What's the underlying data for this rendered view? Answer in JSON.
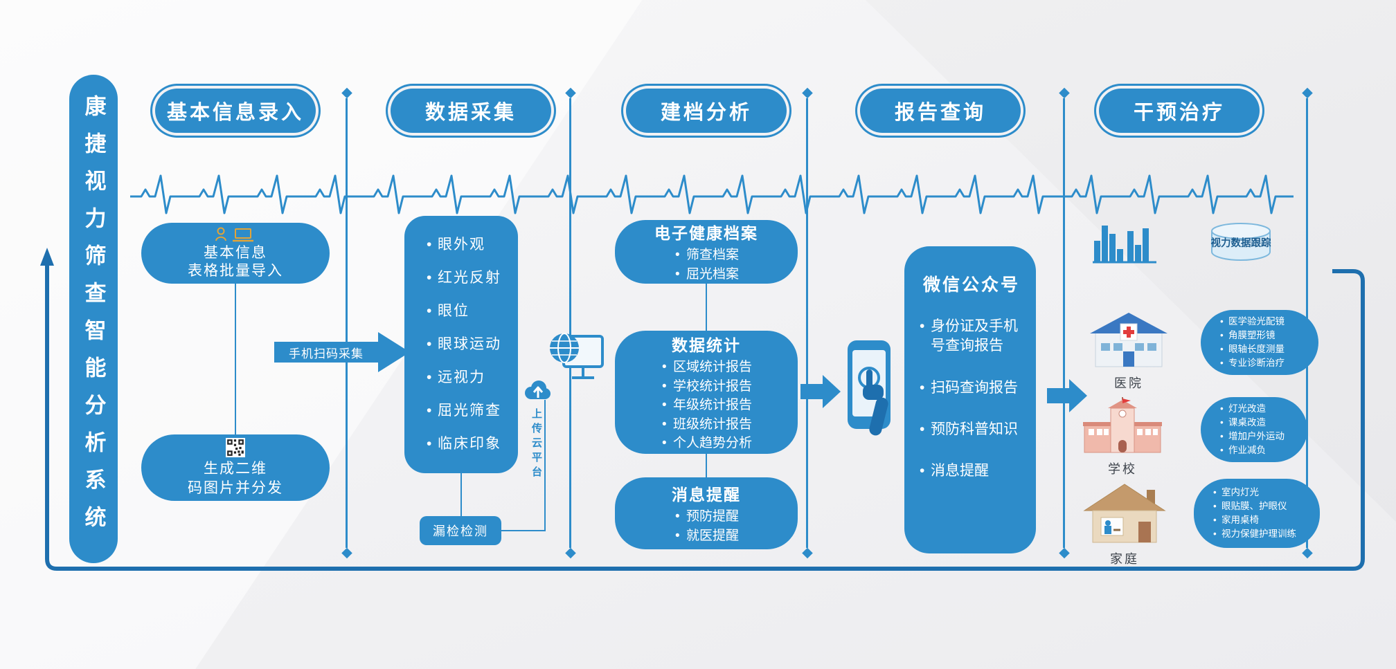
{
  "system_title": "康捷视力筛查智能分析系统",
  "columns": {
    "c1": {
      "header": "基本信息录入",
      "import_box": {
        "line1": "基本信息",
        "line2": "表格批量导入"
      },
      "qr_box": {
        "line1": "生成二维",
        "line2": "码图片并分发"
      }
    },
    "c2": {
      "header": "数据采集",
      "items": [
        "眼外观",
        "红光反射",
        "眼位",
        "眼球运动",
        "远视力",
        "屈光筛查",
        "临床印象"
      ],
      "leak_check": "漏检检测",
      "scan_arrow_label": "手机扫码采集",
      "cloud_label": "上传云平台"
    },
    "c3": {
      "header": "建档分析",
      "ehr": {
        "title": "电子健康档案",
        "items": [
          "筛查档案",
          "屈光档案"
        ]
      },
      "stats": {
        "title": "数据统计",
        "items": [
          "区域统计报告",
          "学校统计报告",
          "年级统计报告",
          "班级统计报告",
          "个人趋势分析"
        ]
      },
      "notify": {
        "title": "消息提醒",
        "items": [
          "预防提醒",
          "就医提醒"
        ]
      }
    },
    "c4": {
      "header": "报告查询",
      "wechat": {
        "title": "微信公众号",
        "items": [
          "身份证及手机号查询报告",
          "扫码查询报告",
          "预防科普知识",
          "消息提醒"
        ]
      }
    },
    "c5": {
      "header": "干预治疗",
      "data_tracking": "视力数据跟踪",
      "hospital": {
        "label": "医院",
        "items": [
          "医学验光配镜",
          "角膜塑形镜",
          "眼轴长度测量",
          "专业诊断治疗"
        ]
      },
      "school": {
        "label": "学校",
        "items": [
          "灯光改造",
          "课桌改造",
          "增加户外运动",
          "作业减负"
        ]
      },
      "family": {
        "label": "家庭",
        "items": [
          "室内灯光",
          "眼贴膜、护眼仪",
          "家用桌椅",
          "视力保健护理训练"
        ]
      }
    }
  },
  "colors": {
    "primary": "#2d8cca",
    "loop_line": "#1e6fae",
    "accent_gold": "#e3a437"
  }
}
